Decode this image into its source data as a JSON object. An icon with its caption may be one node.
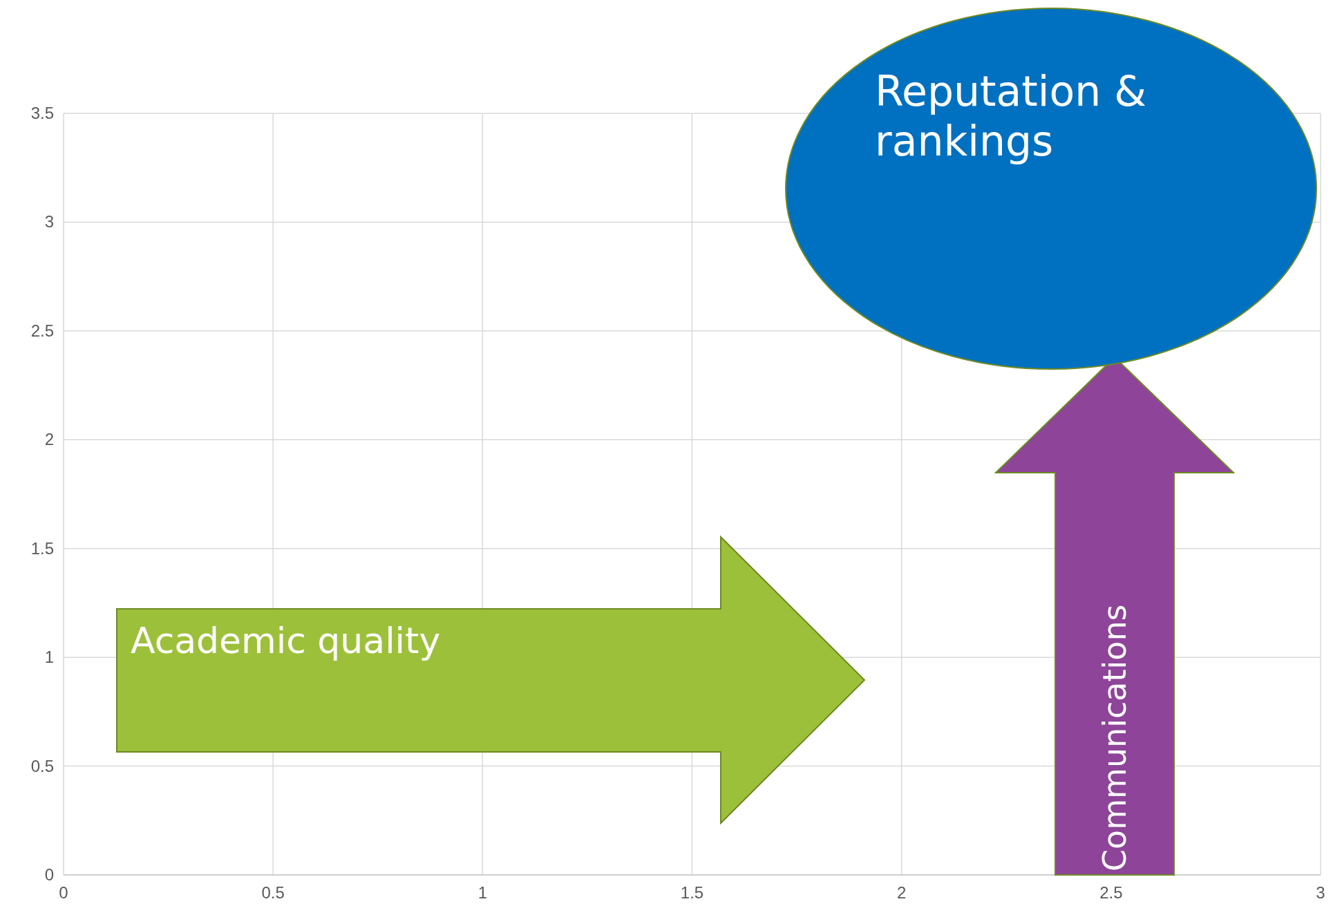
{
  "diagram": {
    "nodes": [
      {
        "text": [
          "Academic quality"
        ]
      },
      {
        "text": [
          "Communications"
        ]
      },
      {
        "text": [
          "Reputation & rankings"
        ]
      }
    ],
    "labels": [
      "3.5",
      "3",
      "2.5",
      "2",
      "1.5",
      "1",
      "0.5",
      "0",
      "0",
      "0.5",
      "1",
      "1.5",
      "2",
      "2.5",
      "3"
    ]
  }
}
